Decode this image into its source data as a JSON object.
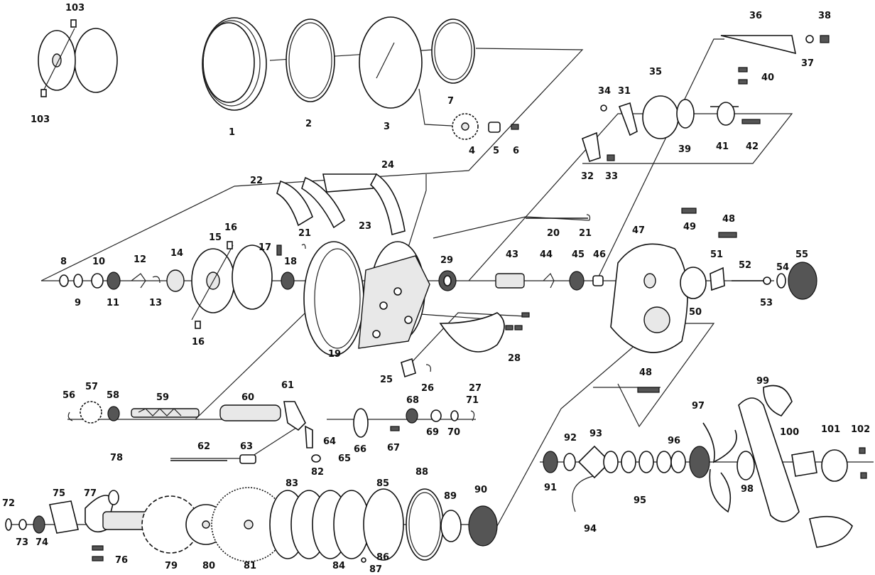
{
  "diagram": {
    "part_numbers": [
      "1",
      "2",
      "3",
      "4",
      "5",
      "6",
      "7",
      "8",
      "9",
      "10",
      "11",
      "12",
      "13",
      "14",
      "15",
      "16",
      "16",
      "17",
      "18",
      "19",
      "20",
      "21",
      "21",
      "22",
      "23",
      "24",
      "25",
      "26",
      "27",
      "28",
      "29",
      "31",
      "32",
      "33",
      "34",
      "35",
      "36",
      "37",
      "38",
      "39",
      "40",
      "41",
      "42",
      "43",
      "44",
      "45",
      "46",
      "47",
      "48",
      "48",
      "49",
      "50",
      "51",
      "52",
      "53",
      "54",
      "55",
      "56",
      "57",
      "58",
      "59",
      "60",
      "61",
      "62",
      "63",
      "64",
      "65",
      "66",
      "67",
      "68",
      "69",
      "70",
      "71",
      "72",
      "73",
      "74",
      "75",
      "76",
      "77",
      "78",
      "79",
      "80",
      "81",
      "82",
      "83",
      "84",
      "85",
      "86",
      "87",
      "88",
      "89",
      "90",
      "91",
      "92",
      "93",
      "94",
      "95",
      "96",
      "97",
      "98",
      "99",
      "100",
      "101",
      "102",
      "103",
      "103"
    ]
  }
}
